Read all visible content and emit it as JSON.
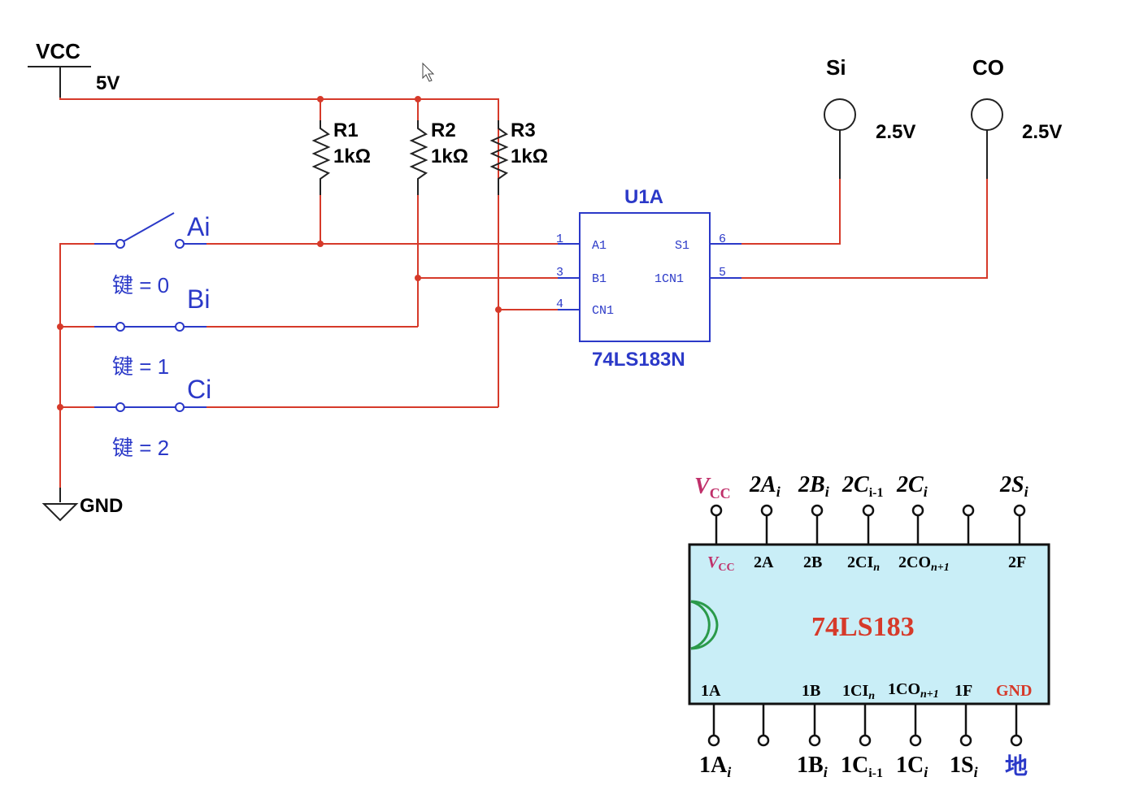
{
  "circuit": {
    "vcc_label": "VCC",
    "vcc_value": "5V",
    "gnd_label": "GND",
    "resistors": [
      {
        "name": "R1",
        "value": "1kΩ"
      },
      {
        "name": "R2",
        "value": "1kΩ"
      },
      {
        "name": "R3",
        "value": "1kΩ"
      }
    ],
    "switches": [
      {
        "name": "Ai",
        "key": "键 = 0"
      },
      {
        "name": "Bi",
        "key": "键 = 1"
      },
      {
        "name": "Ci",
        "key": "键 = 2"
      }
    ],
    "chip": {
      "ref": "U1A",
      "part": "74LS183N",
      "pins_left": [
        {
          "num": "1",
          "name": "A1"
        },
        {
          "num": "3",
          "name": "B1"
        },
        {
          "num": "4",
          "name": "CN1"
        }
      ],
      "pins_right": [
        {
          "num": "6",
          "name": "S1"
        },
        {
          "num": "5",
          "name": "1CN1"
        }
      ]
    },
    "probes": [
      {
        "name": "Si",
        "value": "2.5V"
      },
      {
        "name": "CO",
        "value": "2.5V"
      }
    ]
  },
  "pinout": {
    "chip_name": "74LS183",
    "top_outer": [
      "V",
      "2A",
      "2B",
      "2C",
      "2C",
      "",
      "2S"
    ],
    "top_outer_sub": [
      "CC",
      "i",
      "i",
      "i-1",
      "i",
      "",
      "i"
    ],
    "top_inner": [
      "V",
      "2A",
      "2B",
      "2CI",
      "2CO",
      "2F"
    ],
    "top_inner_sub": [
      "CC",
      "",
      "",
      "n",
      "n+1",
      ""
    ],
    "bottom_inner": [
      "1A",
      "1B",
      "1CI",
      "1CO",
      "1F",
      "GND"
    ],
    "bottom_inner_sub": [
      "",
      "",
      "n",
      "n+1",
      "",
      ""
    ],
    "bottom_outer": [
      "1A",
      "1B",
      "1C",
      "1C",
      "1S",
      "地"
    ],
    "bottom_outer_sub": [
      "i",
      "i",
      "i-1",
      "i",
      "i",
      ""
    ]
  },
  "colors": {
    "wire": "#d63a2a",
    "component": "#2b39c8",
    "chip_fill": "#c9eef7",
    "chip_title": "#d63a2a"
  }
}
